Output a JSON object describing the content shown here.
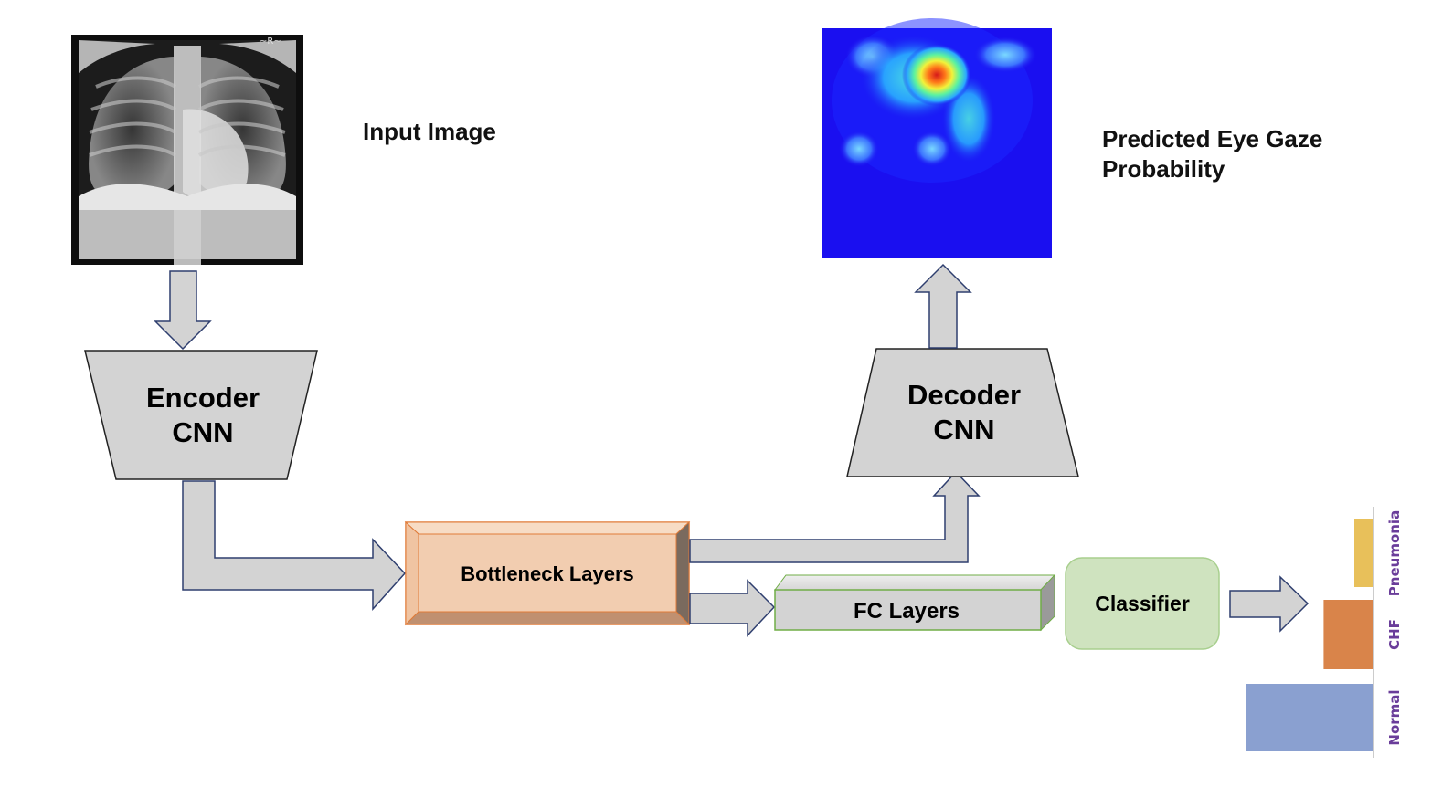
{
  "input": {
    "label": "Input Image"
  },
  "output": {
    "label_line1": "Predicted Eye Gaze",
    "label_line2": "Probability"
  },
  "encoder": {
    "line1": "Encoder",
    "line2": "CNN"
  },
  "decoder": {
    "line1": "Decoder",
    "line2": "CNN"
  },
  "bottleneck": {
    "label": "Bottleneck Layers"
  },
  "fc": {
    "label": "FC Layers"
  },
  "classifier": {
    "label": "Classifier"
  },
  "colors": {
    "block_fill": "#d3d3d3",
    "arrow_stroke": "#2f3f6f",
    "bottleneck_fill": "#f2cdb0",
    "bottleneck_stroke": "#e07b39",
    "fc_stroke": "#70ad47",
    "classifier_fill": "#cfe3bf",
    "heatmap_bg": "#1a0ff0",
    "label_color": "#6a3d9a"
  },
  "icons": {
    "xray": "chest-xray-image",
    "heatmap": "eye-gaze-heatmap"
  },
  "chart_data": {
    "type": "bar",
    "orientation": "horizontal",
    "categories": [
      "Normal",
      "CHF",
      "Pneumonia"
    ],
    "values": [
      1.0,
      0.39,
      0.15
    ],
    "colors": [
      "#8aa0d0",
      "#d9844a",
      "#e8c05a"
    ]
  }
}
